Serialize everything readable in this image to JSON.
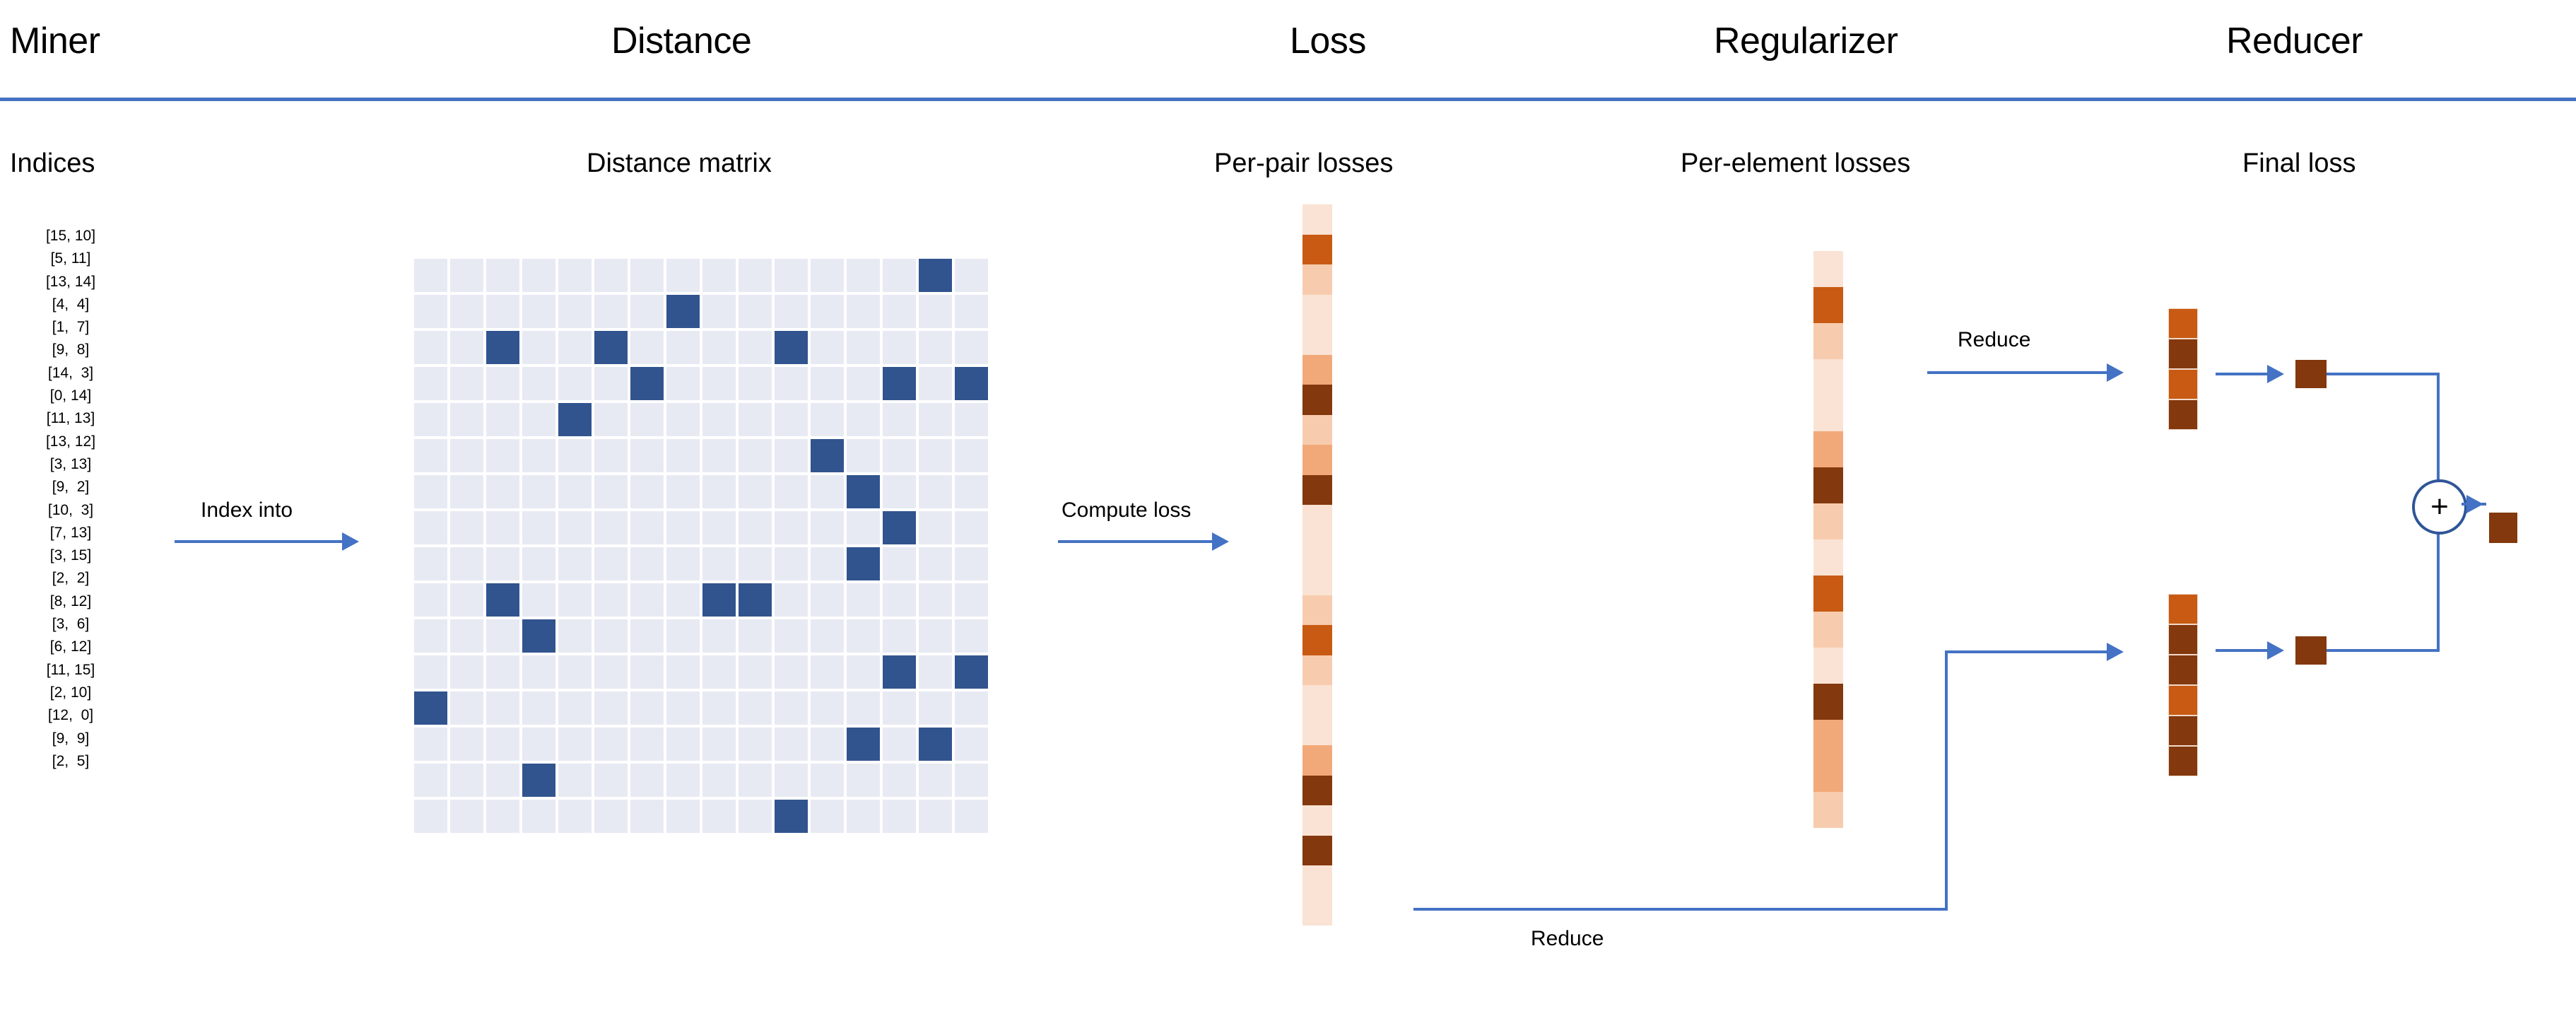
{
  "sections": [
    {
      "id": "miner",
      "label": "Miner"
    },
    {
      "id": "distance",
      "label": "Distance"
    },
    {
      "id": "loss",
      "label": "Loss"
    },
    {
      "id": "regularizer",
      "label": "Regularizer"
    },
    {
      "id": "reducer",
      "label": "Reducer"
    }
  ],
  "panels": {
    "indices_title": "Indices",
    "distance_matrix_title": "Distance matrix",
    "per_pair_title": "Per-pair losses",
    "per_element_title": "Per-element losses",
    "final_loss_title": "Final loss"
  },
  "flow_labels": {
    "index_into": "Index into",
    "compute_loss": "Compute loss",
    "reduce_top": "Reduce",
    "reduce_bottom": "Reduce",
    "plus": "+"
  },
  "colors": {
    "rule": "#4472C4",
    "matrix_blue": "#31548F",
    "matrix_empty": "#E8EAF3",
    "arrow": "#4472C4",
    "plus_ring": "#2F5597",
    "orange_dark": "#83380D",
    "orange_mid": "#C85A13",
    "orange_light": "#F2A97A",
    "orange_pale": "#F7CCAE",
    "orange_faint": "#FAE3D4"
  },
  "chart_data": {
    "type": "heatmap",
    "title": "Distance matrix",
    "rows": 16,
    "cols": 16,
    "highlighted_cells": [
      [
        15,
        10
      ],
      [
        5,
        11
      ],
      [
        13,
        14
      ],
      [
        4,
        4
      ],
      [
        1,
        7
      ],
      [
        9,
        8
      ],
      [
        14,
        3
      ],
      [
        0,
        14
      ],
      [
        11,
        13
      ],
      [
        13,
        12
      ],
      [
        3,
        13
      ],
      [
        9,
        2
      ],
      [
        10,
        3
      ],
      [
        7,
        13
      ],
      [
        3,
        15
      ],
      [
        2,
        2
      ],
      [
        8,
        12
      ],
      [
        3,
        6
      ],
      [
        6,
        12
      ],
      [
        11,
        15
      ],
      [
        2,
        10
      ],
      [
        12,
        0
      ],
      [
        9,
        9
      ],
      [
        2,
        5
      ]
    ]
  },
  "indices": [
    "[15, 10]",
    "[5, 11]",
    "[13, 14]",
    "[4,  4]",
    "[1,  7]",
    "[9,  8]",
    "[14,  3]",
    "[0, 14]",
    "[11, 13]",
    "[13, 12]",
    "[3, 13]",
    "[9,  2]",
    "[10,  3]",
    "[7, 13]",
    "[3, 15]",
    "[2,  2]",
    "[8, 12]",
    "[3,  6]",
    "[6, 12]",
    "[11, 15]",
    "[2, 10]",
    "[12,  0]",
    "[9,  9]",
    "[2,  5]"
  ],
  "per_pair_losses": [
    "#FAE3D4",
    "#C85A13",
    "#F7CCAE",
    "#FAE3D4",
    "#FAE3D4",
    "#F2A97A",
    "#83380D",
    "#F7CCAE",
    "#F2A97A",
    "#83380D",
    "#FAE3D4",
    "#FAE3D4",
    "#FAE3D4",
    "#F7CCAE",
    "#C85A13",
    "#F7CCAE",
    "#FAE3D4",
    "#FAE3D4",
    "#F2A97A",
    "#83380D",
    "#FAE3D4",
    "#83380D",
    "#FAE3D4",
    "#FAE3D4"
  ],
  "per_element_losses": [
    "#FAE3D4",
    "#C85A13",
    "#F7CCAE",
    "#FAE3D4",
    "#FAE3D4",
    "#F2A97A",
    "#83380D",
    "#F7CCAE",
    "#FAE3D4",
    "#C85A13",
    "#F7CCAE",
    "#FAE3D4",
    "#83380D",
    "#F2A97A",
    "#F2A97A",
    "#F7CCAE"
  ],
  "reducer_top_strip": [
    "#C85A13",
    "#83380D",
    "#C85A13",
    "#83380D"
  ],
  "reducer_bottom_strip": [
    "#C85A13",
    "#83380D",
    "#83380D",
    "#C85A13",
    "#83380D",
    "#83380D"
  ],
  "reduced_top_value": "#83380D",
  "reduced_bottom_value": "#83380D",
  "final_loss_value": "#83380D"
}
